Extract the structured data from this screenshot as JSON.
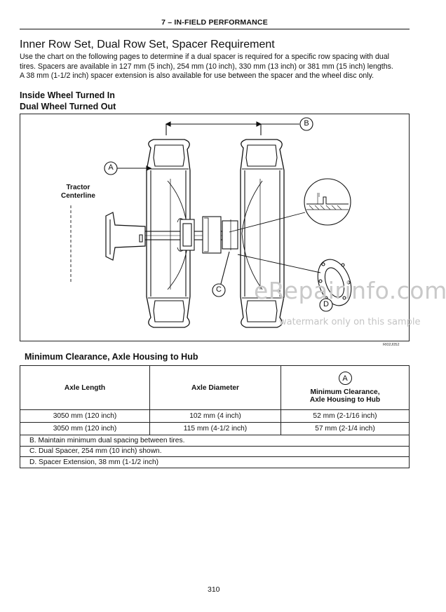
{
  "header": {
    "section": "7 – IN-FIELD PERFORMANCE"
  },
  "title": "Inner Row Set, Dual Row Set, Spacer Requirement",
  "intro_lines": [
    "Use the chart on the following pages to determine if a dual spacer is required for a specific row spacing with dual",
    "tires. Spacers are available in 127 mm (5 inch), 254 mm (10 inch), 330 mm (13 inch) or 381 mm (15 inch) lengths.",
    "A 38 mm (1-1/2 inch) spacer extension is also available for use between the spacer and the wheel disc only."
  ],
  "figure": {
    "heading_line1": "Inside Wheel Turned In",
    "heading_line2": "Dual Wheel Turned Out",
    "label_tractor": "Tractor",
    "label_centerline": "Centerline",
    "callout_a": "A",
    "callout_b": "B",
    "callout_c": "C",
    "callout_d": "D",
    "code": "RI02J052"
  },
  "watermark": {
    "main": "eRepairinfo.com",
    "sub": "watermark only on this sample"
  },
  "table": {
    "heading": "Minimum Clearance, Axle Housing to Hub",
    "col1": "Axle Length",
    "col2": "Axle Diameter",
    "col3_letter": "A",
    "col3_line1": "Minimum Clearance,",
    "col3_line2": "Axle Housing to Hub",
    "rows": [
      {
        "length": "3050 mm (120 inch)",
        "diameter": "102 mm (4 inch)",
        "clearance": "52 mm (2-1/16 inch)"
      },
      {
        "length": "3050 mm (120 inch)",
        "diameter": "115 mm (4-1/2 inch)",
        "clearance": "57 mm (2-1/4 inch)"
      }
    ],
    "notes": [
      "B.  Maintain minimum dual spacing between tires.",
      "C.  Dual Spacer, 254 mm (10 inch) shown.",
      "D.  Spacer Extension, 38 mm (1-1/2 inch)"
    ]
  },
  "page_number": "310"
}
